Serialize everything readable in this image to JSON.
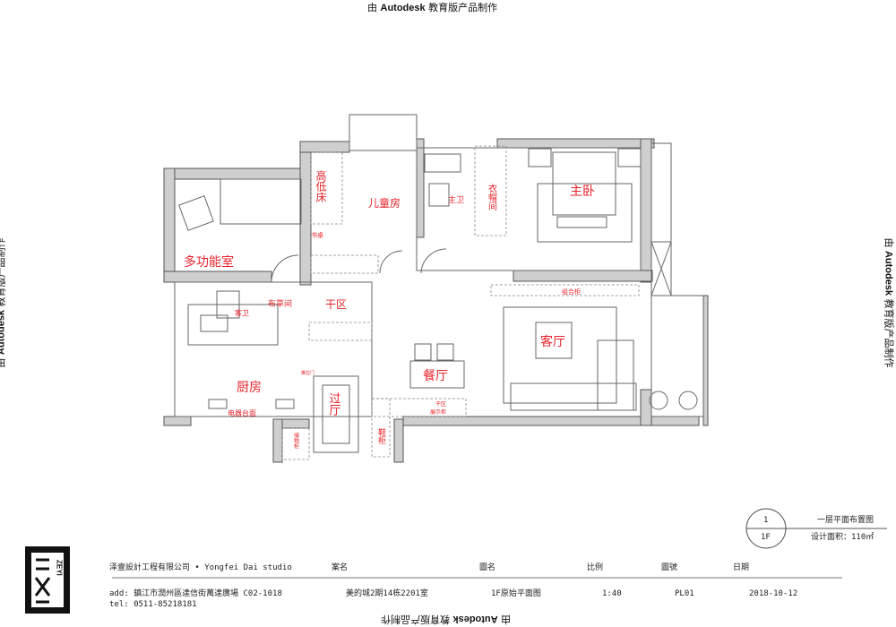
{
  "watermark": {
    "prefix": "由",
    "brand": "Autodesk",
    "suffix": "教育版产品制作"
  },
  "rooms": {
    "multi_room": "多功能室",
    "bunk_bed": "高低床",
    "kids_room": "儿童房",
    "desk": "书桌",
    "master_bath": "主卫",
    "closet": "衣帽间",
    "master_bed": "主卧",
    "combo_cabinet": "组合柜",
    "living": "客厅",
    "dining": "餐厅",
    "guest_bath": "客卫",
    "linen_room": "布草间",
    "dry_area": "干区",
    "kitchen": "厨房",
    "appliance_counter": "电器台面",
    "hall": "过厅",
    "shoe_cabinet": "鞋柜",
    "storage_cabinet": "储物柜",
    "dry_area_cabinet_1": "干区",
    "dry_area_cabinet_2": "展示柜",
    "sliding_door": "推拉门"
  },
  "drawing_tag": {
    "number": "1",
    "floor": "1F",
    "title": "一层平面布置图",
    "area": "设计面积：110㎡"
  },
  "title_block": {
    "logo_text": "ZEYI",
    "company": "泽壹設計工程有限公司 • Yongfei Dai studio",
    "address": "add: 鎮江市潤州區達信街萬達廣場 C02-1018",
    "tel": "tel: 0511-85218181",
    "project_label": "案名",
    "project": "美的城2期14栋2201室",
    "drawing_label": "圖名",
    "drawing": "1F原始平面图",
    "scale_label": "比例",
    "scale": "1:40",
    "number_label": "圖號",
    "number": "PL01",
    "date_label": "日期",
    "date": "2018-10-12"
  }
}
